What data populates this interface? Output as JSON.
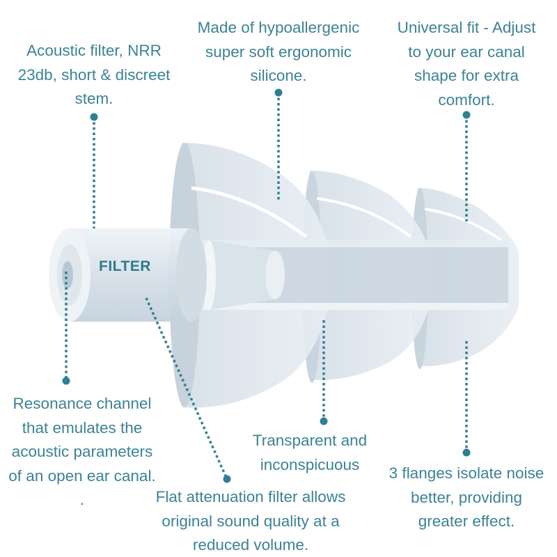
{
  "product_label": "FILTER",
  "colors": {
    "text": "#3c8293",
    "leader": "#2f7f93",
    "silicone": "#dde6ee"
  },
  "callouts": {
    "acoustic_filter": [
      "Acoustic filter, NRR",
      "23db, short & discreet",
      "stem."
    ],
    "material": [
      "Made of hypoallergenic",
      "super soft ergonomic",
      "silicone."
    ],
    "universal_fit": [
      "Universal fit - Adjust",
      "to your ear canal",
      "shape for extra",
      "comfort."
    ],
    "resonance": [
      "Resonance channel",
      "that emulates the",
      "acoustic parameters",
      "of an open ear canal.",
      "."
    ],
    "transparent": [
      "Transparent and",
      "inconspicuous"
    ],
    "flat_filter": [
      "Flat attenuation filter allows",
      "original sound quality at a",
      "reduced volume."
    ],
    "flanges": [
      "3 flanges isolate noise",
      "better, providing",
      "greater effect."
    ]
  }
}
